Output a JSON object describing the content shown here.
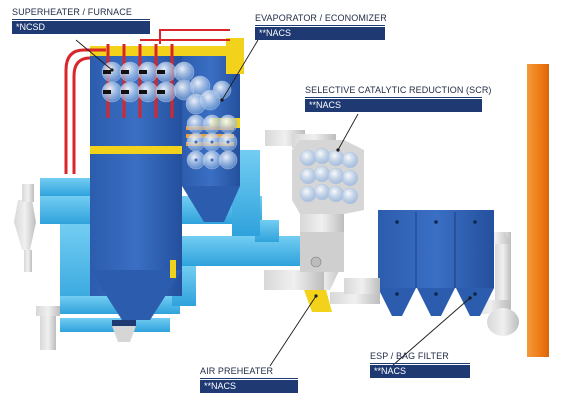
{
  "colors": {
    "boiler_blue": "#2f63b6",
    "duct_light_blue": "#4fb6e6",
    "hot_red": "#d9262a",
    "yellow": "#f2d21b",
    "orange_stack": "#f07d1a",
    "tag_navy": "#1f3a73",
    "grey": "#c9c9c9"
  },
  "callouts": [
    {
      "id": "superheater",
      "title": "SUPERHEATER / FURNACE",
      "tag": "*NCSD"
    },
    {
      "id": "evaporator",
      "title": "EVAPORATOR / ECONOMIZER",
      "tag": "**NACS"
    },
    {
      "id": "scr",
      "title": "SELECTIVE CATALYTIC REDUCTION (SCR)",
      "tag": "**NACS"
    },
    {
      "id": "air_preheater",
      "title": "AIR PREHEATER",
      "tag": "**NACS"
    },
    {
      "id": "esp",
      "title": "ESP / BAG FILTER",
      "tag": "**NACS"
    }
  ]
}
